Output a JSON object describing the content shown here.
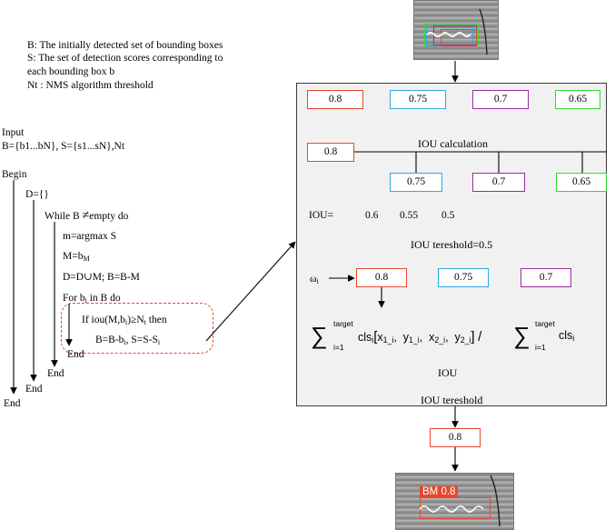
{
  "legend": {
    "b_def": "B: The initially detected set of bounding boxes",
    "s_def_line1": "S: The set of detection scores corresponding to",
    "s_def_line2": "each bounding box b",
    "nt_def": "Nt : NMS algorithm threshold"
  },
  "algorithm": {
    "input_label": "Input",
    "input_values": "B={b1...bN}, S={s1...sN},Nt",
    "begin": "Begin",
    "d_init": "D={}",
    "while_prefix": "While B",
    "while_ne": "≠",
    "while_suffix": "empty do",
    "m_argmax": "m=argmax S",
    "m_assign_prefix": "M=b",
    "m_assign_sub": "M",
    "d_update": "D=D∪M;  B=B-M",
    "for_prefix": "For b",
    "for_sub": "i",
    "for_suffix": " in B do",
    "if_prefix": "If iou(M,b",
    "if_sub": "i",
    "if_middle": ")",
    "if_geq": "≥",
    "if_n": "N",
    "if_n_sub": "t",
    "if_suffix": "  then",
    "update_b_prefix": "B=B-b",
    "update_b_sub": "i",
    "update_s_prefix": ",  S=S-S",
    "update_s_sub": "i",
    "end": "End"
  },
  "panel": {
    "top_scores": [
      {
        "value": "0.8",
        "color": "#e8472f"
      },
      {
        "value": "0.75",
        "color": "#2fa9e0"
      },
      {
        "value": "0.7",
        "color": "#9b2c9b"
      },
      {
        "value": "0.65",
        "color": "#31d82e"
      }
    ],
    "selected_box": "0.8",
    "iou_calc_label": "IOU calculation",
    "branch_scores": [
      "0.75",
      "0.7",
      "0.65"
    ],
    "iou_label": "IOU=",
    "iou_values": [
      "0.6",
      "0.55",
      "0.5"
    ],
    "iou_threshold": "IOU tereshold=0.5",
    "omega_symbol": "ω",
    "omega_sub": "i",
    "remaining_scores": [
      "0.8",
      "0.75",
      "0.7"
    ],
    "formula": {
      "sum_upper": "target",
      "sum_lower": "i=1",
      "cls": "cls",
      "i": "i",
      "x1": "x",
      "x1_sub": "1_i",
      "y1": "y",
      "y1_sub": "1_i",
      "x2": "x",
      "x2_sub": "2_i",
      "y2": "y",
      "y2_sub": "2_i"
    },
    "iou_bottom": "IOU",
    "iou_tereshold": "IOU tereshold"
  },
  "output": {
    "final_score": "0.8",
    "detection_label": "BM 0.8"
  },
  "colors": {
    "red": "#e8472f",
    "blue": "#2fa9e0",
    "purple": "#9b2c9b",
    "green": "#31d82e"
  }
}
